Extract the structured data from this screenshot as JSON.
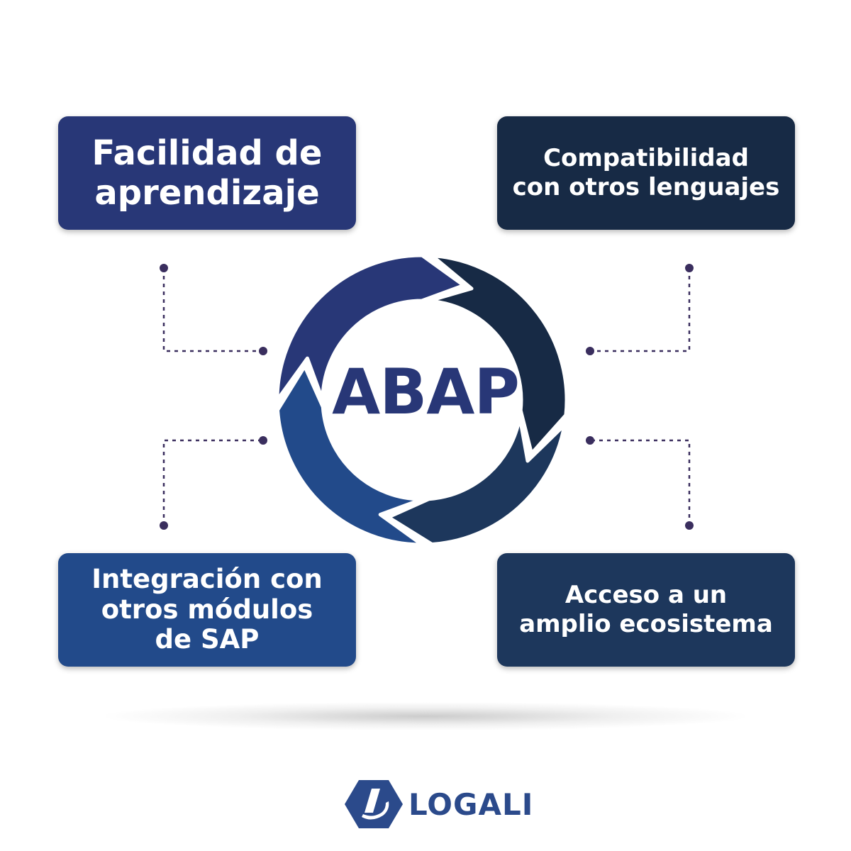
{
  "cards": {
    "top_left": {
      "lines": [
        "Facilidad de",
        "aprendizaje"
      ],
      "color": "#283777"
    },
    "top_right": {
      "lines": [
        "Compatibilidad",
        "con otros lenguajes"
      ],
      "color": "#172a45"
    },
    "bottom_left": {
      "lines": [
        "Integración con",
        "otros módulos",
        "de SAP"
      ],
      "color": "#224a8a"
    },
    "bottom_right": {
      "lines": [
        "Acceso a un",
        "amplio ecosistema"
      ],
      "color": "#1d375c"
    }
  },
  "center": {
    "label": "ABAP",
    "label_color": "#283777"
  },
  "cycle_colors": {
    "top_left": "#283777",
    "top_right": "#172a45",
    "bottom_right": "#1d375c",
    "bottom_left": "#224a8a"
  },
  "connector_color": "#3a2e5e",
  "logo": {
    "text": "LOGALI",
    "icon": "logali-hexagon-icon",
    "color": "#2b4a8b"
  }
}
